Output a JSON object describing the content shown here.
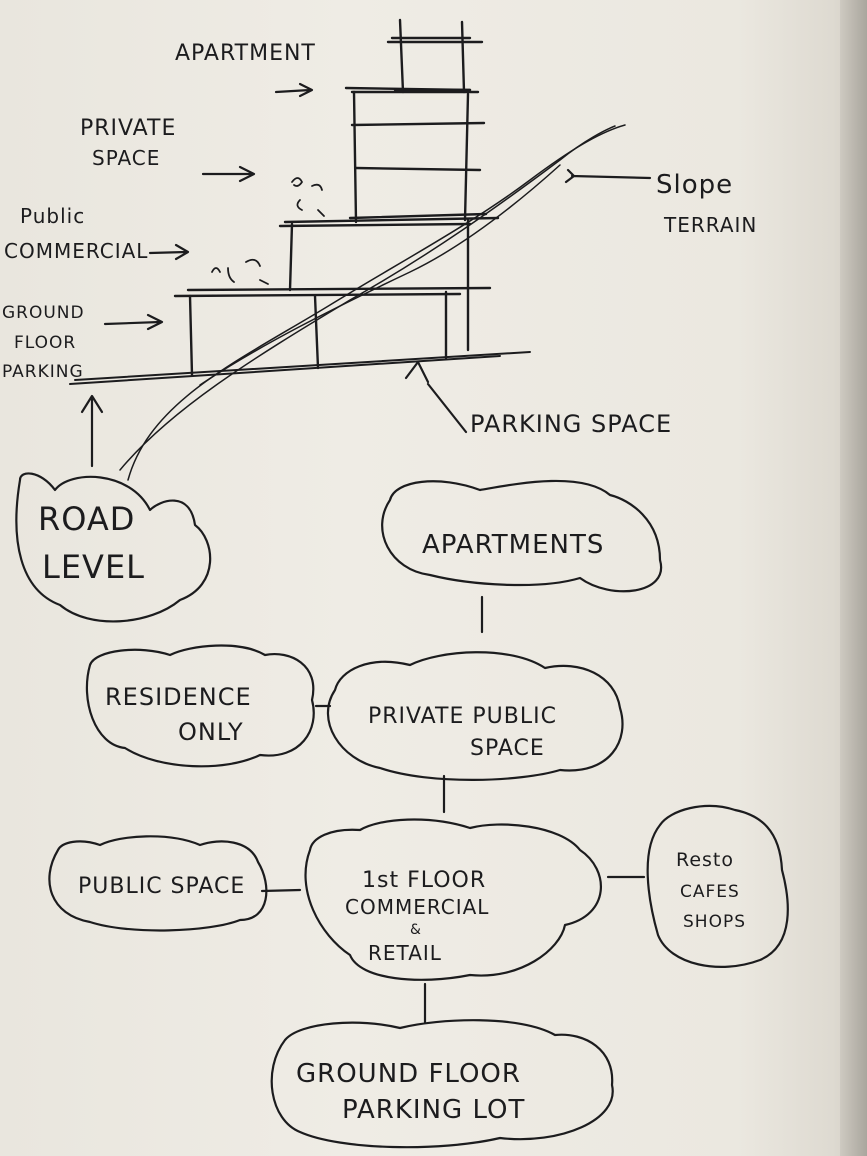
{
  "section": {
    "labels": {
      "apartments": "APARTMENT",
      "private_line1": "PRIVATE",
      "private_line2": "SPACE",
      "public_line1": "Public",
      "public_line2": "COMMERCIAL",
      "ground_line1": "GROUND",
      "ground_line2": "FLOOR",
      "ground_line3": "PARKING",
      "slope_line1": "Slope",
      "slope_line2": "TERRAIN",
      "parking_space": "PARKING SPACE",
      "road_line1": "ROAD",
      "road_line2": "LEVEL"
    }
  },
  "bubbles": {
    "apartments": "APARTMENTS",
    "residence_line1": "RESIDENCE",
    "residence_line2": "ONLY",
    "private_public_line1": "PRIVATE PUBLIC",
    "private_public_line2": "SPACE",
    "public_space": "PUBLIC SPACE",
    "first_floor_line1": "1st FLOOR",
    "first_floor_line2": "COMMERCIAL",
    "first_floor_line3": "&",
    "first_floor_line4": "RETAIL",
    "restaurants_line1": "Resto",
    "restaurants_line2": "CAFES",
    "restaurants_line3": "SHOPS",
    "ground_parking_line1": "GROUND FLOOR",
    "ground_parking_line2": "PARKING LOT"
  },
  "colors": {
    "ink": "#1c1c1e",
    "paper": "#ece9e1"
  }
}
